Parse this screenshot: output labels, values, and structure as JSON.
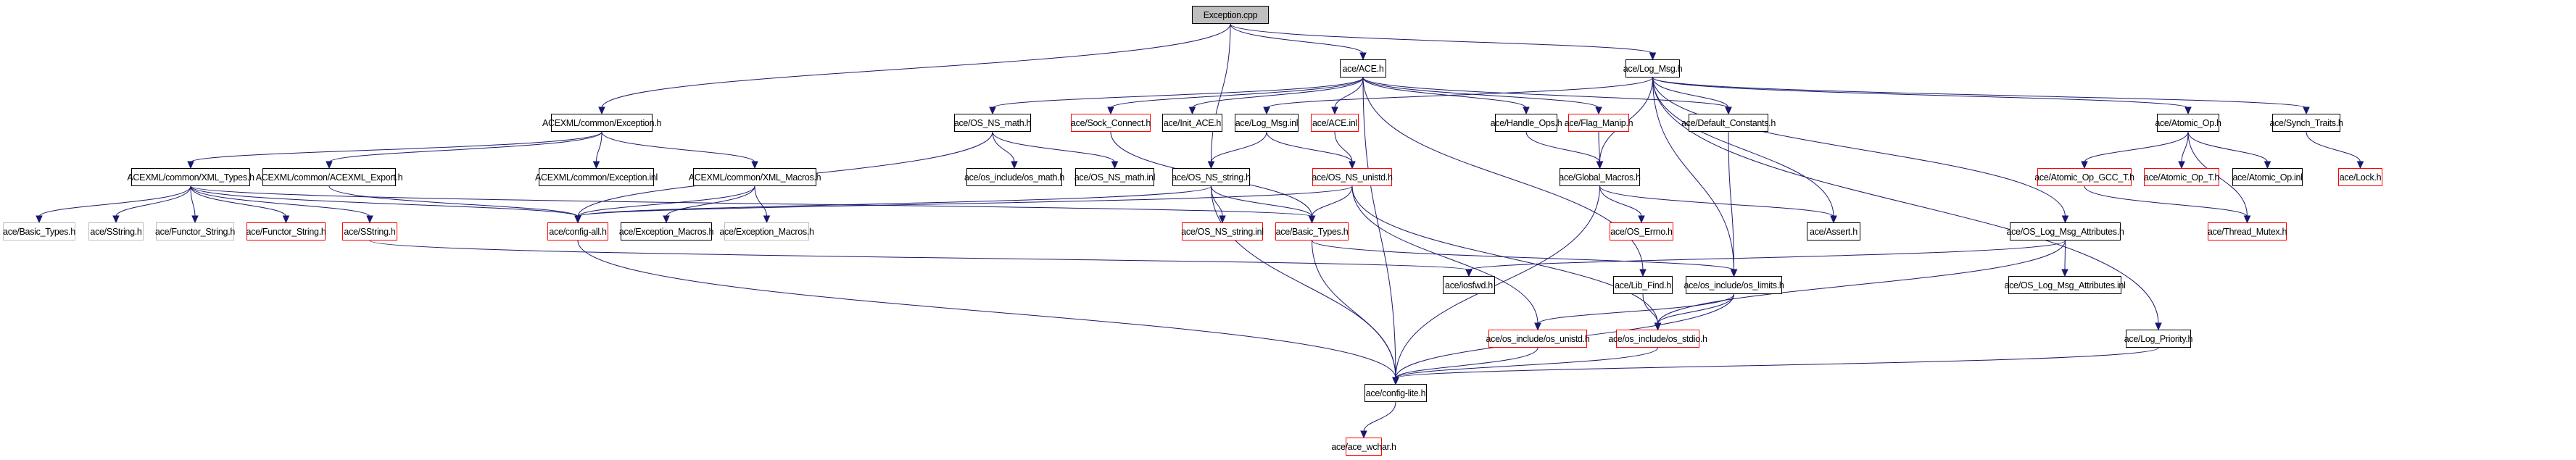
{
  "graph": {
    "title": "Exception.cpp include dependency graph",
    "edge_color": "#191970",
    "border_colors": {
      "normal": "#000000",
      "red": "#ff0000",
      "gray": "#bfbfbf",
      "root_fill": "#bfbfbf"
    },
    "nodes": [
      {
        "id": "n_exception_cpp",
        "label": "Exception.cpp",
        "style": "root"
      },
      {
        "id": "n_ace_h",
        "label": "ace/ACE.h",
        "style": "normal"
      },
      {
        "id": "n_log_msg_h",
        "label": "ace/Log_Msg.h",
        "style": "normal"
      },
      {
        "id": "n_acexml_exception_h",
        "label": "ACEXML/common/Exception.h",
        "style": "normal"
      },
      {
        "id": "n_os_ns_math_h",
        "label": "ace/OS_NS_math.h",
        "style": "normal"
      },
      {
        "id": "n_sock_connect_h",
        "label": "ace/Sock_Connect.h",
        "style": "red"
      },
      {
        "id": "n_init_ace_h",
        "label": "ace/Init_ACE.h",
        "style": "normal"
      },
      {
        "id": "n_log_msg_inl",
        "label": "ace/Log_Msg.inl",
        "style": "normal"
      },
      {
        "id": "n_ace_inl",
        "label": "ace/ACE.inl",
        "style": "red"
      },
      {
        "id": "n_handle_ops_h",
        "label": "ace/Handle_Ops.h",
        "style": "normal"
      },
      {
        "id": "n_flag_manip_h",
        "label": "ace/Flag_Manip.h",
        "style": "red"
      },
      {
        "id": "n_default_constants_h",
        "label": "ace/Default_Constants.h",
        "style": "normal"
      },
      {
        "id": "n_atomic_op_h",
        "label": "ace/Atomic_Op.h",
        "style": "normal"
      },
      {
        "id": "n_synch_traits_h",
        "label": "ace/Synch_Traits.h",
        "style": "normal"
      },
      {
        "id": "n_xml_types_h",
        "label": "ACEXML/common/XML_Types.h",
        "style": "normal"
      },
      {
        "id": "n_acexml_export_h",
        "label": "ACEXML/common/ACEXML_Export.h",
        "style": "normal"
      },
      {
        "id": "n_acexml_exception_inl",
        "label": "ACEXML/common/Exception.inl",
        "style": "normal"
      },
      {
        "id": "n_xml_macros_h",
        "label": "ACEXML/common/XML_Macros.h",
        "style": "normal"
      },
      {
        "id": "n_os_math_h",
        "label": "ace/os_include/os_math.h",
        "style": "normal"
      },
      {
        "id": "n_os_ns_math_inl",
        "label": "ace/OS_NS_math.inl",
        "style": "normal"
      },
      {
        "id": "n_os_ns_string_h",
        "label": "ace/OS_NS_string.h",
        "style": "normal"
      },
      {
        "id": "n_os_ns_unistd_h",
        "label": "ace/OS_NS_unistd.h",
        "style": "red"
      },
      {
        "id": "n_global_macros_h",
        "label": "ace/Global_Macros.h",
        "style": "normal"
      },
      {
        "id": "n_atomic_op_gcc_t_h",
        "label": "ace/Atomic_Op_GCC_T.h",
        "style": "red"
      },
      {
        "id": "n_atomic_op_t_h",
        "label": "ace/Atomic_Op_T.h",
        "style": "red"
      },
      {
        "id": "n_atomic_op_inl",
        "label": "ace/Atomic_Op.inl",
        "style": "normal"
      },
      {
        "id": "n_lock_h",
        "label": "ace/Lock.h",
        "style": "red"
      },
      {
        "id": "n_basic_types_gray",
        "label": "ace/Basic_Types.h",
        "style": "gray"
      },
      {
        "id": "n_sstring_gray",
        "label": "ace/SString.h",
        "style": "gray"
      },
      {
        "id": "n_functor_string_gray",
        "label": "ace/Functor_String.h",
        "style": "gray"
      },
      {
        "id": "n_functor_string_red",
        "label": "ace/Functor_String.h",
        "style": "red"
      },
      {
        "id": "n_sstring_red",
        "label": "ace/SString.h",
        "style": "red"
      },
      {
        "id": "n_config_all_h",
        "label": "ace/config-all.h",
        "style": "red"
      },
      {
        "id": "n_exception_macros_h",
        "label": "ace/Exception_Macros.h",
        "style": "normal"
      },
      {
        "id": "n_exception_macros_gray",
        "label": "ace/Exception_Macros.h",
        "style": "gray"
      },
      {
        "id": "n_os_ns_string_inl",
        "label": "ace/OS_NS_string.inl",
        "style": "red"
      },
      {
        "id": "n_basic_types_red",
        "label": "ace/Basic_Types.h",
        "style": "red"
      },
      {
        "id": "n_os_errno_h",
        "label": "ace/OS_Errno.h",
        "style": "red"
      },
      {
        "id": "n_assert_h",
        "label": "ace/Assert.h",
        "style": "normal"
      },
      {
        "id": "n_os_log_msg_attr_h",
        "label": "ace/OS_Log_Msg_Attributes.h",
        "style": "normal"
      },
      {
        "id": "n_thread_mutex_h",
        "label": "ace/Thread_Mutex.h",
        "style": "red"
      },
      {
        "id": "n_iosfwd_h",
        "label": "ace/iosfwd.h",
        "style": "normal"
      },
      {
        "id": "n_lib_find_h",
        "label": "ace/Lib_Find.h",
        "style": "normal"
      },
      {
        "id": "n_os_limits_h",
        "label": "ace/os_include/os_limits.h",
        "style": "normal"
      },
      {
        "id": "n_os_log_msg_attr_inl",
        "label": "ace/OS_Log_Msg_Attributes.inl",
        "style": "normal"
      },
      {
        "id": "n_os_unistd_h",
        "label": "ace/os_include/os_unistd.h",
        "style": "red"
      },
      {
        "id": "n_os_stdio_h",
        "label": "ace/os_include/os_stdio.h",
        "style": "red"
      },
      {
        "id": "n_log_priority_h",
        "label": "ace/Log_Priority.h",
        "style": "normal"
      },
      {
        "id": "n_config_lite_h",
        "label": "ace/config-lite.h",
        "style": "normal"
      },
      {
        "id": "n_ace_wchar_h",
        "label": "ace/ace_wchar.h",
        "style": "red"
      }
    ],
    "edges": [
      [
        "n_exception_cpp",
        "n_acexml_exception_h"
      ],
      [
        "n_exception_cpp",
        "n_ace_h"
      ],
      [
        "n_exception_cpp",
        "n_log_msg_h"
      ],
      [
        "n_exception_cpp",
        "n_os_ns_string_h"
      ],
      [
        "n_acexml_exception_h",
        "n_xml_types_h"
      ],
      [
        "n_acexml_exception_h",
        "n_acexml_export_h"
      ],
      [
        "n_acexml_exception_h",
        "n_acexml_exception_inl"
      ],
      [
        "n_acexml_exception_h",
        "n_xml_macros_h"
      ],
      [
        "n_xml_types_h",
        "n_basic_types_gray"
      ],
      [
        "n_xml_types_h",
        "n_sstring_gray"
      ],
      [
        "n_xml_types_h",
        "n_functor_string_gray"
      ],
      [
        "n_xml_types_h",
        "n_functor_string_red"
      ],
      [
        "n_xml_types_h",
        "n_sstring_red"
      ],
      [
        "n_xml_types_h",
        "n_config_all_h"
      ],
      [
        "n_xml_types_h",
        "n_basic_types_red"
      ],
      [
        "n_acexml_export_h",
        "n_config_all_h"
      ],
      [
        "n_xml_macros_h",
        "n_config_all_h"
      ],
      [
        "n_xml_macros_h",
        "n_exception_macros_h"
      ],
      [
        "n_xml_macros_h",
        "n_exception_macros_gray"
      ],
      [
        "n_ace_h",
        "n_os_ns_math_h"
      ],
      [
        "n_ace_h",
        "n_sock_connect_h"
      ],
      [
        "n_ace_h",
        "n_init_ace_h"
      ],
      [
        "n_ace_h",
        "n_ace_inl"
      ],
      [
        "n_ace_h",
        "n_handle_ops_h"
      ],
      [
        "n_ace_h",
        "n_flag_manip_h"
      ],
      [
        "n_ace_h",
        "n_default_constants_h"
      ],
      [
        "n_ace_h",
        "n_lib_find_h"
      ],
      [
        "n_ace_h",
        "n_config_lite_h"
      ],
      [
        "n_os_ns_math_h",
        "n_os_math_h"
      ],
      [
        "n_os_ns_math_h",
        "n_os_ns_math_inl"
      ],
      [
        "n_os_ns_math_h",
        "n_config_all_h"
      ],
      [
        "n_sock_connect_h",
        "n_basic_types_red"
      ],
      [
        "n_log_msg_inl",
        "n_os_ns_string_h"
      ],
      [
        "n_log_msg_inl",
        "n_os_ns_unistd_h"
      ],
      [
        "n_ace_inl",
        "n_os_ns_unistd_h"
      ],
      [
        "n_handle_ops_h",
        "n_global_macros_h"
      ],
      [
        "n_flag_manip_h",
        "n_global_macros_h"
      ],
      [
        "n_default_constants_h",
        "n_os_limits_h"
      ],
      [
        "n_os_ns_string_h",
        "n_os_ns_string_inl"
      ],
      [
        "n_os_ns_string_h",
        "n_basic_types_red"
      ],
      [
        "n_os_ns_string_h",
        "n_config_all_h"
      ],
      [
        "n_os_ns_string_h",
        "n_config_lite_h"
      ],
      [
        "n_os_ns_unistd_h",
        "n_basic_types_red"
      ],
      [
        "n_os_ns_unistd_h",
        "n_config_all_h"
      ],
      [
        "n_os_ns_unistd_h",
        "n_os_unistd_h"
      ],
      [
        "n_os_ns_unistd_h",
        "n_os_stdio_h"
      ],
      [
        "n_global_macros_h",
        "n_os_errno_h"
      ],
      [
        "n_global_macros_h",
        "n_assert_h"
      ],
      [
        "n_global_macros_h",
        "n_config_lite_h"
      ],
      [
        "n_basic_types_red",
        "n_os_limits_h"
      ],
      [
        "n_basic_types_red",
        "n_config_lite_h"
      ],
      [
        "n_config_all_h",
        "n_config_lite_h"
      ],
      [
        "n_sstring_red",
        "n_iosfwd_h"
      ],
      [
        "n_log_msg_h",
        "n_log_msg_inl"
      ],
      [
        "n_log_msg_h",
        "n_global_macros_h"
      ],
      [
        "n_log_msg_h",
        "n_default_constants_h"
      ],
      [
        "n_log_msg_h",
        "n_assert_h"
      ],
      [
        "n_log_msg_h",
        "n_os_limits_h"
      ],
      [
        "n_log_msg_h",
        "n_os_log_msg_attr_h"
      ],
      [
        "n_log_msg_h",
        "n_atomic_op_h"
      ],
      [
        "n_log_msg_h",
        "n_synch_traits_h"
      ],
      [
        "n_log_msg_h",
        "n_log_priority_h"
      ],
      [
        "n_atomic_op_h",
        "n_atomic_op_gcc_t_h"
      ],
      [
        "n_atomic_op_h",
        "n_atomic_op_t_h"
      ],
      [
        "n_atomic_op_h",
        "n_atomic_op_inl"
      ],
      [
        "n_atomic_op_h",
        "n_thread_mutex_h"
      ],
      [
        "n_atomic_op_gcc_t_h",
        "n_thread_mutex_h"
      ],
      [
        "n_synch_traits_h",
        "n_lock_h"
      ],
      [
        "n_os_log_msg_attr_h",
        "n_os_log_msg_attr_inl"
      ],
      [
        "n_os_log_msg_attr_h",
        "n_iosfwd_h"
      ],
      [
        "n_os_log_msg_attr_h",
        "n_os_stdio_h"
      ],
      [
        "n_lib_find_h",
        "n_os_stdio_h"
      ],
      [
        "n_os_limits_h",
        "n_os_unistd_h"
      ],
      [
        "n_os_limits_h",
        "n_os_stdio_h"
      ],
      [
        "n_os_limits_h",
        "n_config_lite_h"
      ],
      [
        "n_os_unistd_h",
        "n_config_lite_h"
      ],
      [
        "n_os_stdio_h",
        "n_config_lite_h"
      ],
      [
        "n_log_priority_h",
        "n_config_lite_h"
      ],
      [
        "n_config_lite_h",
        "n_ace_wchar_h"
      ]
    ]
  }
}
